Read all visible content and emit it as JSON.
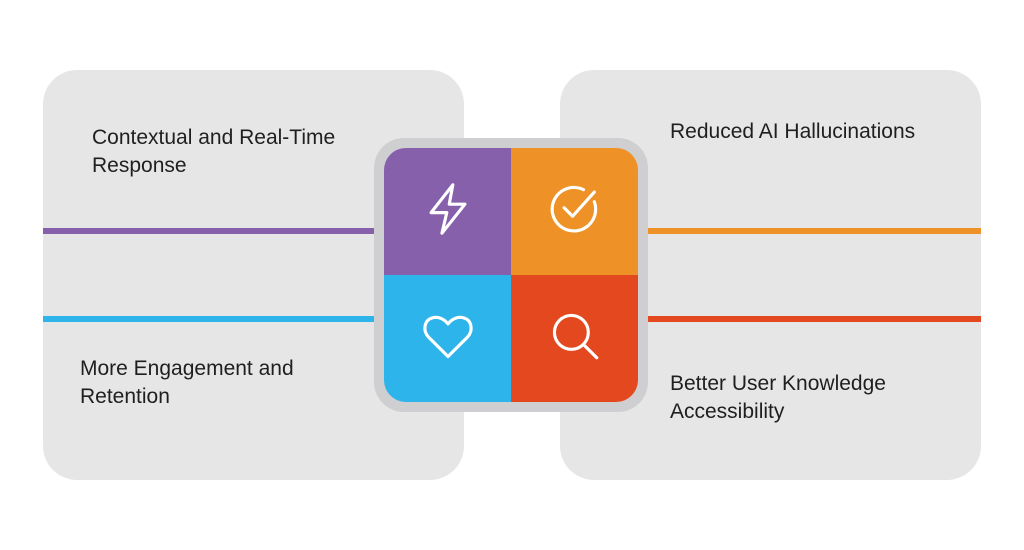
{
  "colors": {
    "purple": "#8660ab",
    "orange": "#ee9228",
    "blue": "#2db4ea",
    "red": "#e3481f",
    "panel": "#e6e6e7"
  },
  "benefits": {
    "top_left": "Contextual and Real-Time Response",
    "bottom_left": "More Engagement and Retention",
    "top_right": "Reduced AI Hallucinations",
    "bottom_right": "Better User Knowledge Accessibility"
  },
  "icons": {
    "top_left": "lightning-icon",
    "top_right": "check-circle-icon",
    "bottom_left": "heart-icon",
    "bottom_right": "search-icon"
  }
}
